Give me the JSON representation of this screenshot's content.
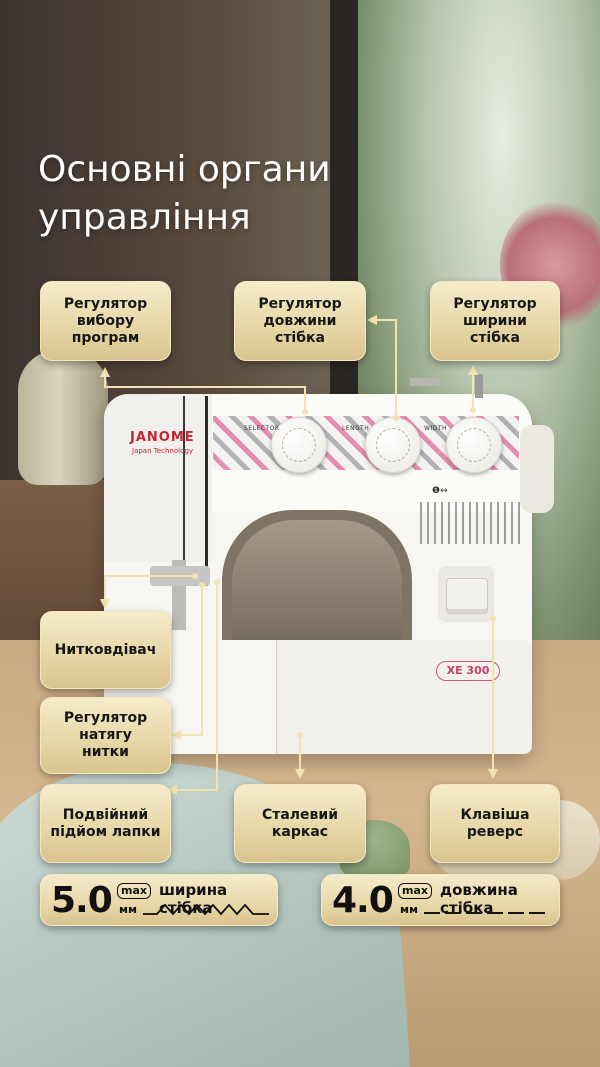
{
  "title": "Основні органи управління",
  "machine": {
    "brand": "JANOME",
    "brand_sub": "Japan Technology",
    "model": "XE 300",
    "knob_labels": [
      "SELECTOR",
      "LENGTH",
      "WIDTH"
    ]
  },
  "callouts": {
    "program_selector": "Регулятор\nвибору\nпрограм",
    "stitch_length": "Регулятор\nдовжини\nстібка",
    "stitch_width": "Регулятор\nширини\nстібка",
    "threader": "Нитковдівач",
    "thread_tension": "Регулятор\nнатягу\nнитки",
    "presser_lift": "Подвійний\nпідйом лапки",
    "steel_frame": "Сталевий\nкаркас",
    "reverse_key": "Клавіша\nреверс"
  },
  "specs": [
    {
      "value": "5.0",
      "max_label": "max",
      "unit": "мм",
      "name": "ширина стібка",
      "icon": "zigzag-stitch-icon"
    },
    {
      "value": "4.0",
      "max_label": "max",
      "unit": "мм",
      "name": "довжина стібка",
      "icon": "straight-stitch-icon"
    }
  ],
  "colors": {
    "callout_gold": "#e8d7a8",
    "line_gold": "#f2e3b3",
    "accent_pink": "#e07aa7",
    "brand_red": "#c3262e"
  }
}
